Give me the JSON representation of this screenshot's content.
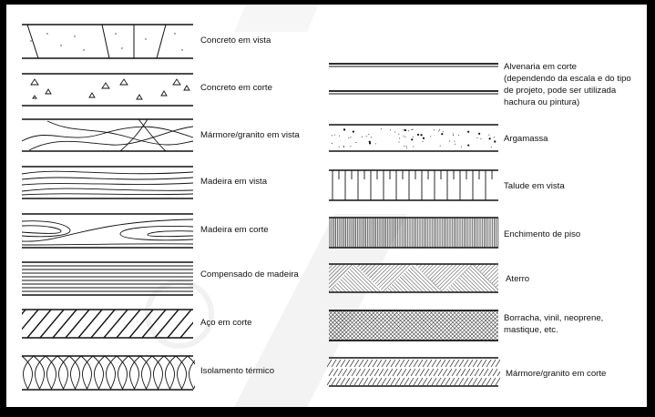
{
  "legend": {
    "left": [
      {
        "id": "concreto-em-vista",
        "label": "Concreto em vista"
      },
      {
        "id": "concreto-em-corte",
        "label": "Concreto em corte"
      },
      {
        "id": "marmore-granito-em-vista",
        "label": "Mármore/granito em vista"
      },
      {
        "id": "madeira-em-vista",
        "label": "Madeira em vista"
      },
      {
        "id": "madeira-em-corte",
        "label": "Madeira em corte"
      },
      {
        "id": "compensado-de-madeira",
        "label": "Compensado de madeira"
      },
      {
        "id": "aco-em-corte",
        "label": "Aço em corte"
      },
      {
        "id": "isolamento-termico",
        "label": "Isolamento térmico"
      }
    ],
    "right": [
      {
        "id": "alvenaria-em-corte",
        "label": "Alvenaria em corte\n(dependendo da escala e do tipo\nde projeto, pode ser utilizada\nhachura ou pintura)"
      },
      {
        "id": "argamassa",
        "label": "Argamassa"
      },
      {
        "id": "talude-em-vista",
        "label": "Talude em vista"
      },
      {
        "id": "enchimento-de-piso",
        "label": "Enchimento de piso"
      },
      {
        "id": "aterro",
        "label": "Aterro"
      },
      {
        "id": "borracha-vinil",
        "label": "Borracha, vinil, neoprene,\nmastique, etc."
      },
      {
        "id": "marmore-granito-em-corte",
        "label": "Mármore/granito em corte"
      }
    ]
  },
  "colors": {
    "frame": "#000000",
    "ink": "#111111",
    "paper": "#ffffff"
  }
}
